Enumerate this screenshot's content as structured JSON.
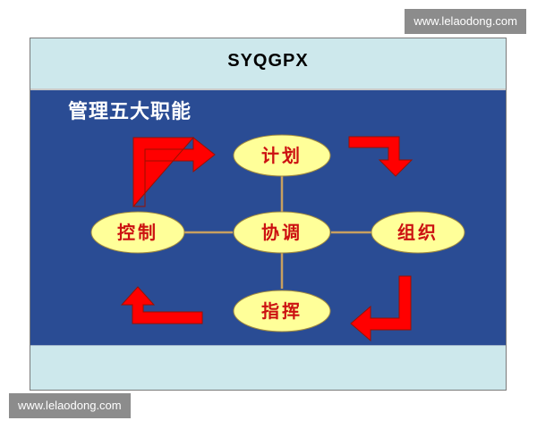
{
  "watermark": {
    "top": "www.lelaodong.com",
    "bottom": "www.lelaodong.com"
  },
  "slide": {
    "title": "SYQGPX",
    "heading": "管理五大职能"
  },
  "diagram": {
    "nodes": {
      "plan": "计划",
      "coordinate": "协调",
      "control": "控制",
      "organize": "组织",
      "direct": "指挥"
    },
    "colors": {
      "slide_bg": "#2a4c94",
      "band_bg": "#cde8ec",
      "node_fill": "#ffff99",
      "node_text": "#cc1111",
      "arrow_fill": "#ff0000",
      "connector": "#c8a060"
    }
  }
}
